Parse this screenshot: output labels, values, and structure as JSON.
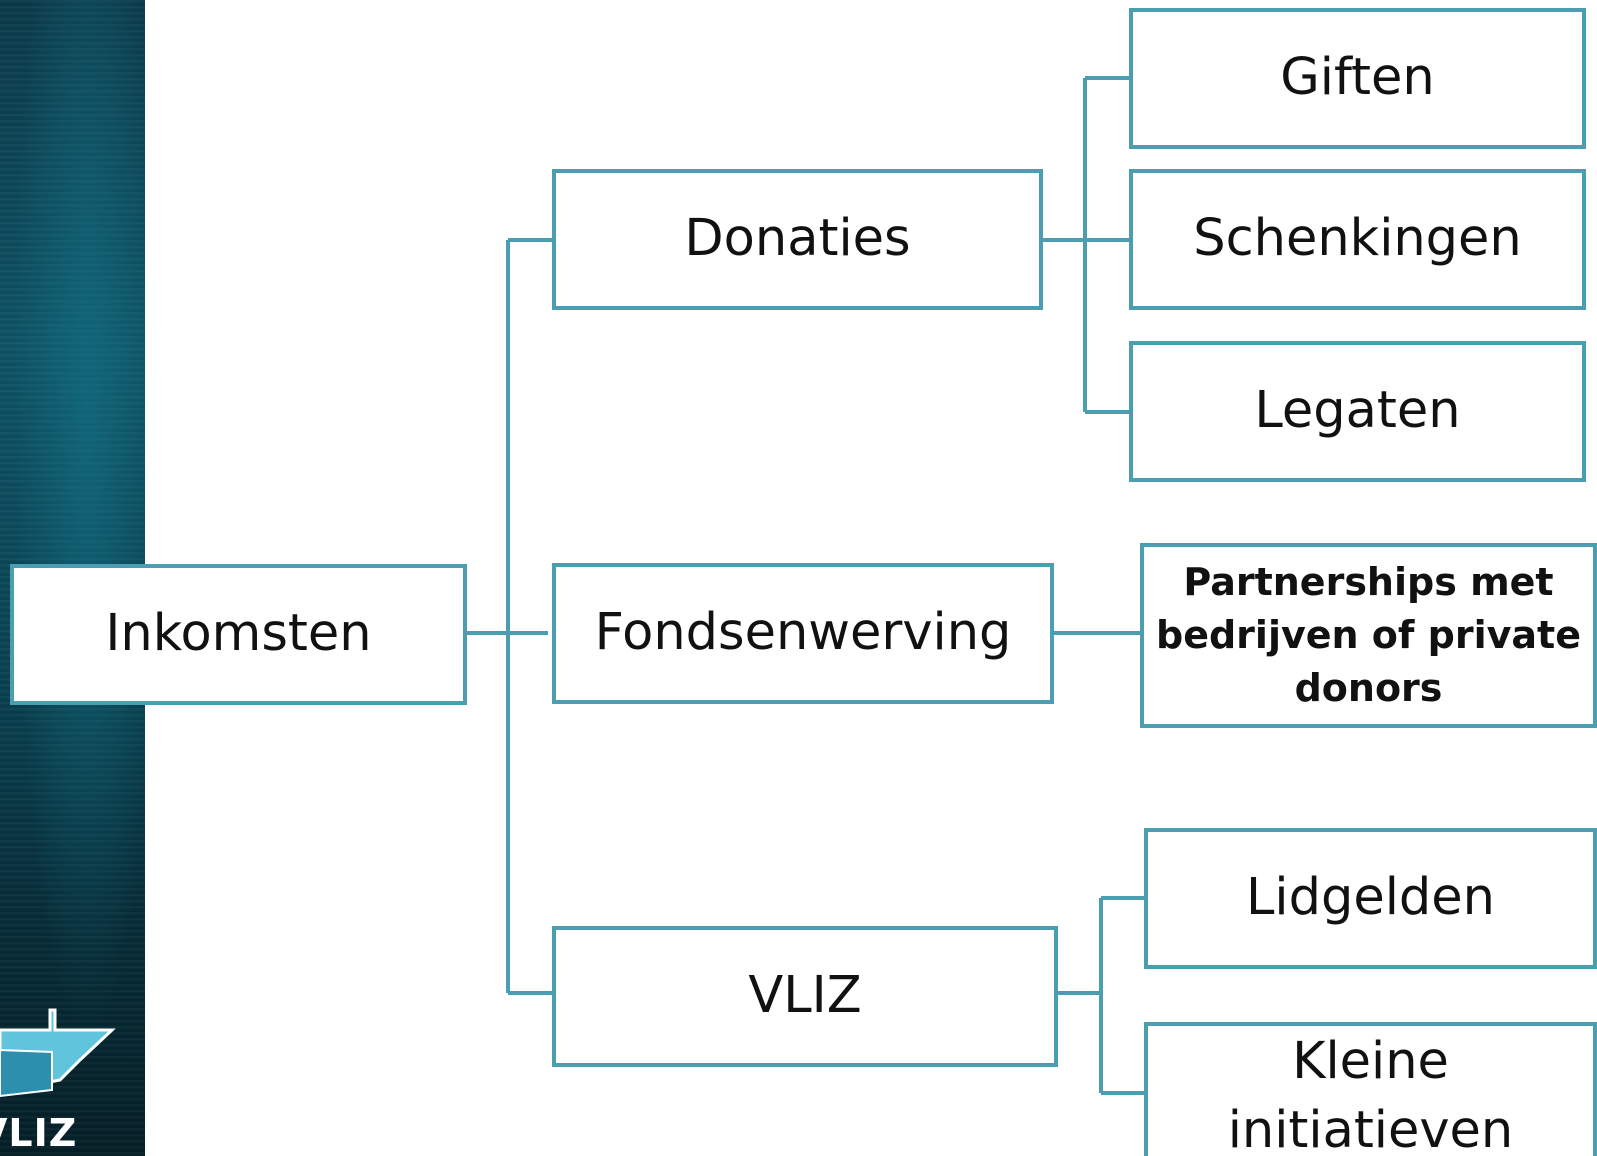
{
  "diagram": {
    "root": "Inkomsten",
    "branches": {
      "donaties": "Donaties",
      "fondsenwerving": "Fondsenwerving",
      "vliz": "VLIZ"
    },
    "leaves": {
      "giften": "Giften",
      "schenkingen": "Schenkingen",
      "legaten": "Legaten",
      "partnerships": "Partnerships met bedrijven of private donors",
      "lidgelden": "Lidgelden",
      "kleine_initiatieven": "Kleine initiatieven"
    }
  },
  "logo": {
    "text": "VLIZ"
  },
  "colors": {
    "connector": "#4b9db0",
    "box_border": "#4b9db0",
    "sidebar": "#0b4a5a",
    "text": "#111111"
  }
}
